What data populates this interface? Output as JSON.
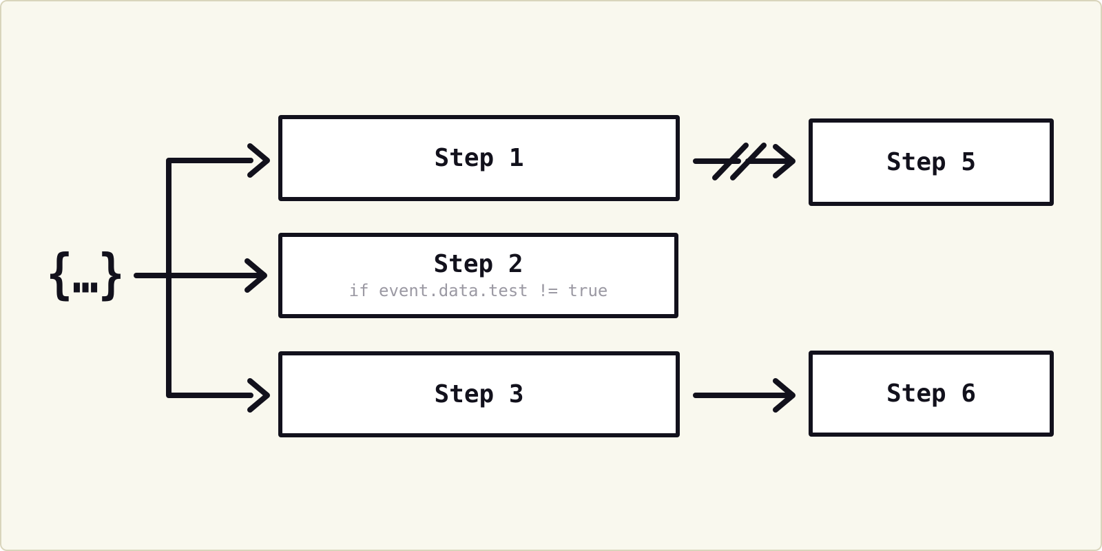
{
  "theme": {
    "page_bg": "#ffffff",
    "canvas_bg": "#f9f8ee",
    "canvas_border": "#d9d5bc",
    "ink": "#12111c",
    "node_fill": "#ffffff",
    "muted": "#9b99a3"
  },
  "diagram": {
    "source_label": "{…}",
    "steps": [
      {
        "label": "Step 1"
      },
      {
        "label": "Step 2",
        "condition": "if event.data.test != true"
      },
      {
        "label": "Step 3"
      },
      {
        "label": "Step 5"
      },
      {
        "label": "Step 6"
      }
    ],
    "connections": [
      {
        "from": "event-source",
        "to": "step-1",
        "style": "arrow"
      },
      {
        "from": "event-source",
        "to": "step-2",
        "style": "arrow"
      },
      {
        "from": "event-source",
        "to": "step-3",
        "style": "arrow"
      },
      {
        "from": "step-1",
        "to": "step-5",
        "style": "cancelled-arrow"
      },
      {
        "from": "step-3",
        "to": "step-6",
        "style": "arrow"
      }
    ]
  }
}
